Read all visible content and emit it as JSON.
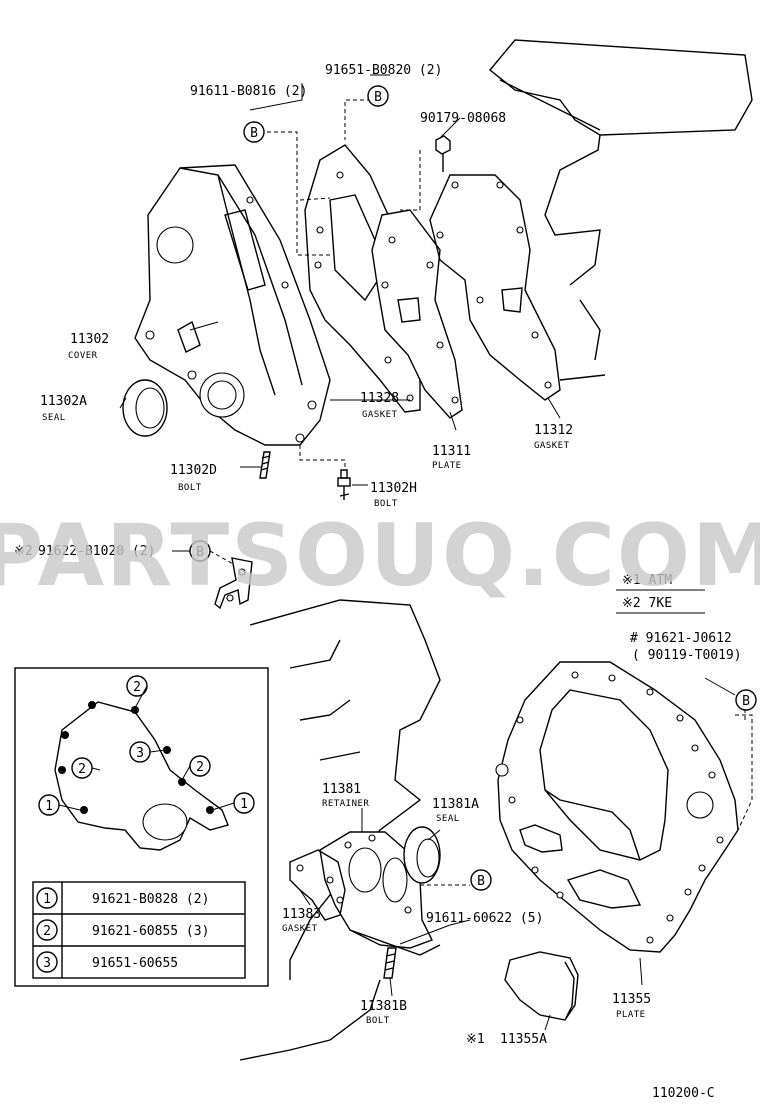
{
  "watermark": "PARTSOUQ.COM",
  "diagram_code": "110200-C",
  "ref_mark": "B",
  "notes": {
    "n1": "※1 ATM",
    "n2": "※2 7KE"
  },
  "top_parts": {
    "p91651": "91651-B0820 (2)",
    "p91611": "91611-B0816 (2)",
    "p90179": "90179-08068",
    "p11302": "11302",
    "p11302_name": "COVER",
    "p11302A": "11302A",
    "p11302A_name": "SEAL",
    "p11328": "11328",
    "p11328_name": "GASKET",
    "p11311": "11311",
    "p11311_name": "PLATE",
    "p11312": "11312",
    "p11312_name": "GASKET",
    "p11302D": "11302D",
    "p11302D_name": "BOLT",
    "p11302H": "11302H",
    "p11302H_name": "BOLT"
  },
  "mid_parts": {
    "p91622_prefix": "※2",
    "p91622": "91622-B1020 (2)"
  },
  "bottom_parts": {
    "p91621J": "# 91621-J0612",
    "p90119": "( 90119-T0019)",
    "p11381": "11381",
    "p11381_name": "RETAINER",
    "p11381A": "11381A",
    "p11381A_name": "SEAL",
    "p11383": "11383",
    "p11383_name": "GASKET",
    "p91611_60622": "91611-60622 (5)",
    "p11381B": "11381B",
    "p11381B_name": "BOLT",
    "p11355": "11355",
    "p11355_name": "PLATE",
    "p11355A_prefix": "※1",
    "p11355A": "11355A"
  },
  "legend": {
    "circles": [
      "1",
      "2",
      "2",
      "2",
      "3",
      "1"
    ],
    "rows": [
      {
        "num": "1",
        "part": "91621-B0828 (2)"
      },
      {
        "num": "2",
        "part": "91621-60855 (3)"
      },
      {
        "num": "3",
        "part": "91651-60655"
      }
    ]
  }
}
